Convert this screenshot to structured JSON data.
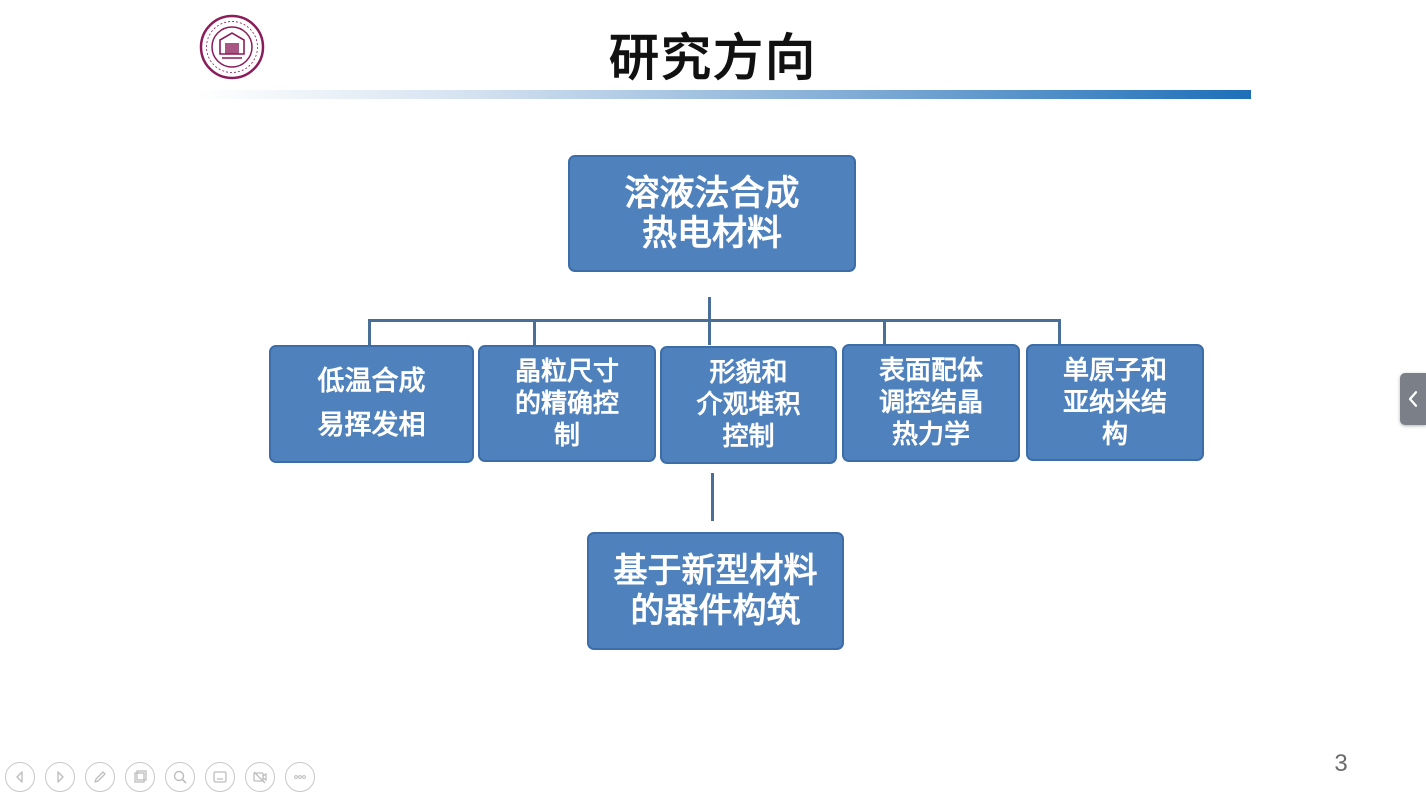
{
  "slide": {
    "title": "研究方向",
    "page_number": "3"
  },
  "diagram": {
    "root": "溶液法合成\n热电材料",
    "children": [
      "低温合成\n易挥发相",
      "晶粒尺寸\n的精确控\n制",
      "形貌和\n介观堆积\n控制",
      "表面配体\n调控结晶\n热力学",
      "单原子和\n亚纳米结\n构"
    ],
    "bottom": "基于新型材料\n的器件构筑"
  },
  "colors": {
    "box_fill": "#4f81bd",
    "box_border": "#3c6da8",
    "connector": "#4a6f96",
    "title_rule_end": "#1d6fb8",
    "logo": "#8b1c5a"
  },
  "controls": {
    "icons": [
      "previous-icon",
      "next-icon",
      "pen-icon",
      "slides-icon",
      "zoom-icon",
      "subtitle-icon",
      "camera-off-icon",
      "more-icon"
    ]
  },
  "side_tab": {
    "icon": "chevron-left-icon"
  }
}
